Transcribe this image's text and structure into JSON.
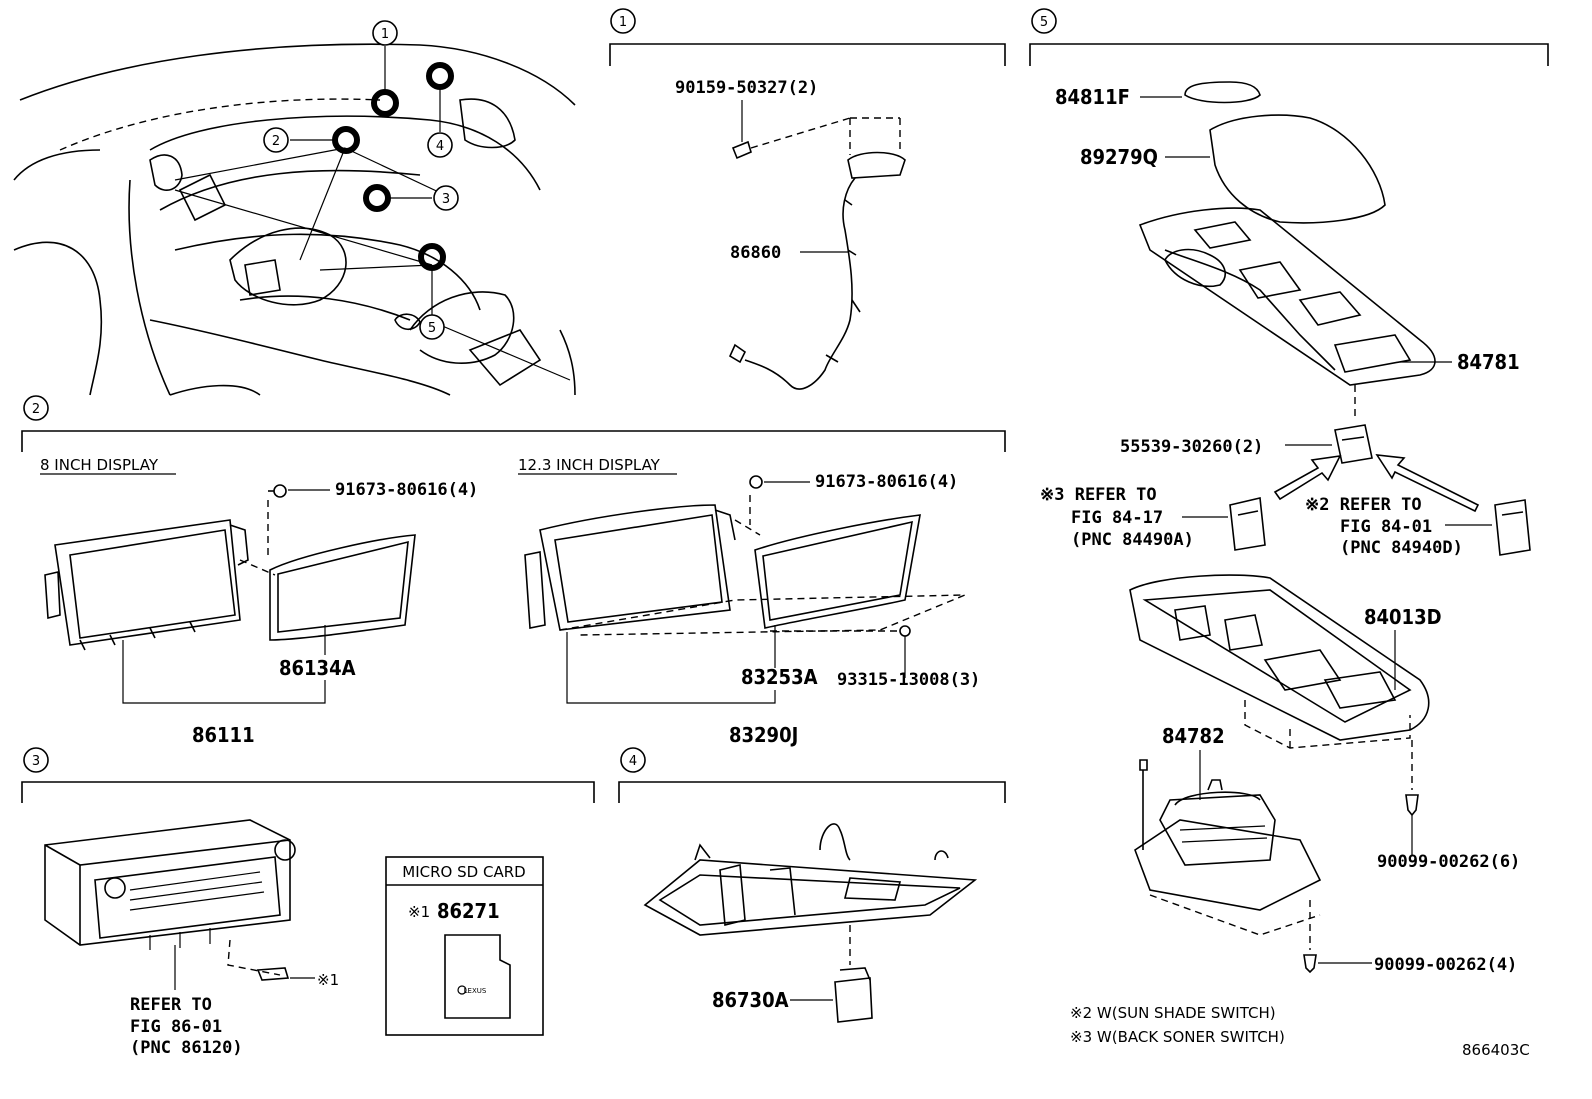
{
  "sections": {
    "s1": "1",
    "s2": "2",
    "s3": "3",
    "s4": "4",
    "s5": "5"
  },
  "overview": {
    "c1": "1",
    "c2": "2",
    "c3": "3",
    "c4": "4",
    "c5": "5"
  },
  "section1": {
    "bolt": "90159-50327(2)",
    "harness": "86860"
  },
  "section2": {
    "left_heading": "8 INCH DISPLAY",
    "right_heading": "12.3 INCH DISPLAY",
    "left_screw": "91673-80616(4)",
    "right_screw": "91673-80616(4)",
    "left_panel": "86134A",
    "left_assy": "86111",
    "right_panel": "83253A",
    "right_bolt": "93315-13008(3)",
    "right_assy": "83290J"
  },
  "section3": {
    "refer_line1": "REFER TO",
    "refer_line2": "FIG 86-01",
    "refer_line3": "(PNC 86120)",
    "note_mark": "※1",
    "sd_title": "MICRO SD CARD",
    "sd_mark": "※1",
    "sd_part": "86271",
    "sd_logo_text": "LEXUS"
  },
  "section4": {
    "part": "86730A"
  },
  "section5": {
    "p1": "84811F",
    "p2": "89279Q",
    "p3": "84781",
    "p4": "55539-30260(2)",
    "ref3_line1": "※3 REFER TO",
    "ref3_line2": "FIG 84-17",
    "ref3_line3": "(PNC 84490A)",
    "ref2_line1": "※2 REFER TO",
    "ref2_line2": "FIG 84-01",
    "ref2_line3": "(PNC 84940D)",
    "p5": "84013D",
    "p6": "84782",
    "p7": "90099-00262(6)",
    "p8": "90099-00262(4)"
  },
  "notes": {
    "n2": "※2 W(SUN SHADE SWITCH)",
    "n3": "※3 W(BACK SONER SWITCH)"
  },
  "figure_number": "866403C"
}
